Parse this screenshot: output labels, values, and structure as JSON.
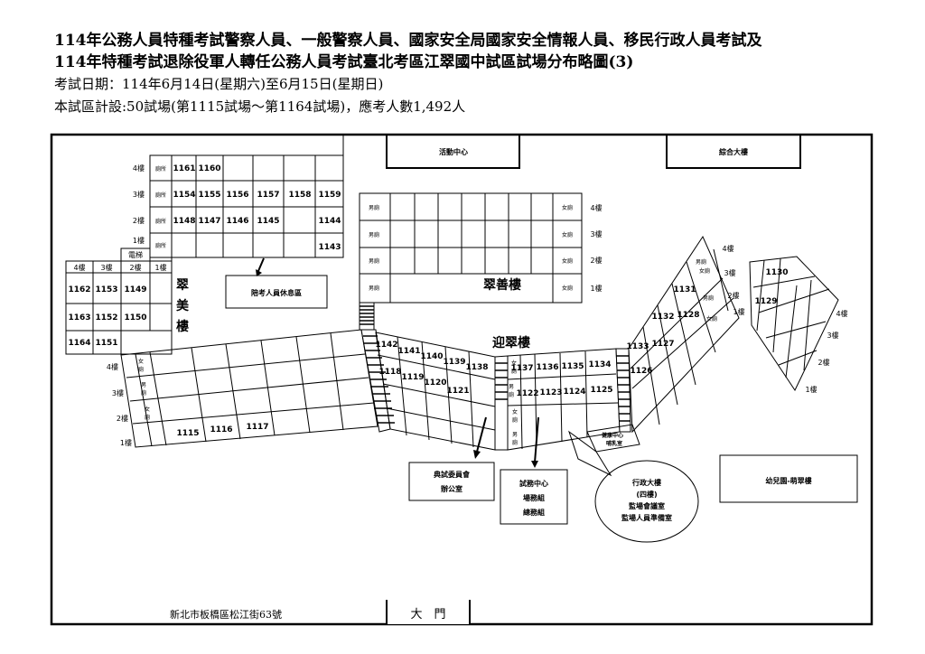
{
  "header": {
    "line1": "114年公務人員特種考試警察人員、一般警察人員、國家安全局國家安全情報人員、移民行政人員考試及",
    "line2": "114年特種考試退除役軍人轉任公務人員考試臺北考區江翠國中試區試場分布略圖(3)",
    "date": "考試日期：114年6月14日(星期六)至6月15日(星期日)",
    "summary": "本試區計設:50試場(第1115試場～第1164試場)，應考人數1,492人"
  },
  "landmarks": {
    "activity_center": "活動中心",
    "complex_building": "綜合大樓",
    "accompany_rest": "陪考人員休息區",
    "cuishan_building": "翠善樓",
    "yingcui_building": "迎翠樓",
    "cuimei_building": [
      "翠",
      "美",
      "樓"
    ],
    "committee_office": [
      "典試委員會",
      "辦公室"
    ],
    "exam_center": [
      "試務中心",
      "場務組",
      "總務組"
    ],
    "admin_building": [
      "行政大樓",
      "(四樓)",
      "監場會議室",
      "監場人員準備室"
    ],
    "kindergarten": "幼兒園-萌翠樓",
    "health_center": [
      "健康中心",
      "哺乳室"
    ],
    "address": "新北市板橋區松江街63號",
    "main_gate": "大　門",
    "elevator": "電梯"
  },
  "labels": {
    "f1": "1樓",
    "f2": "2樓",
    "f3": "3樓",
    "f4": "4樓",
    "restroom": "廁所",
    "male": "男廁",
    "female": "女廁",
    "m": "男",
    "f": "女",
    "ce": "廁"
  },
  "rooms": {
    "r1161": "1161",
    "r1160": "1160",
    "r1154": "1154",
    "r1155": "1155",
    "r1156": "1156",
    "r1157": "1157",
    "r1158": "1158",
    "r1159": "1159",
    "r1148": "1148",
    "r1147": "1147",
    "r1146": "1146",
    "r1145": "1145",
    "r1144": "1144",
    "r1143": "1143",
    "r1162": "1162",
    "r1153": "1153",
    "r1149": "1149",
    "r1163": "1163",
    "r1152": "1152",
    "r1150": "1150",
    "r1164": "1164",
    "r1151": "1151",
    "r1115": "1115",
    "r1116": "1116",
    "r1117": "1117",
    "r1142": "1142",
    "r1141": "1141",
    "r1140": "1140",
    "r1139": "1139",
    "r1138": "1138",
    "r1118": "1118",
    "r1119": "1119",
    "r1120": "1120",
    "r1121": "1121",
    "r1137": "1137",
    "r1136": "1136",
    "r1135": "1135",
    "r1134": "1134",
    "r1122": "1122",
    "r1123": "1123",
    "r1124": "1124",
    "r1125": "1125",
    "r1133": "1133",
    "r1126": "1126",
    "r1127": "1127",
    "r1132": "1132",
    "r1128": "1128",
    "r1131": "1131",
    "r1130": "1130",
    "r1129": "1129"
  }
}
